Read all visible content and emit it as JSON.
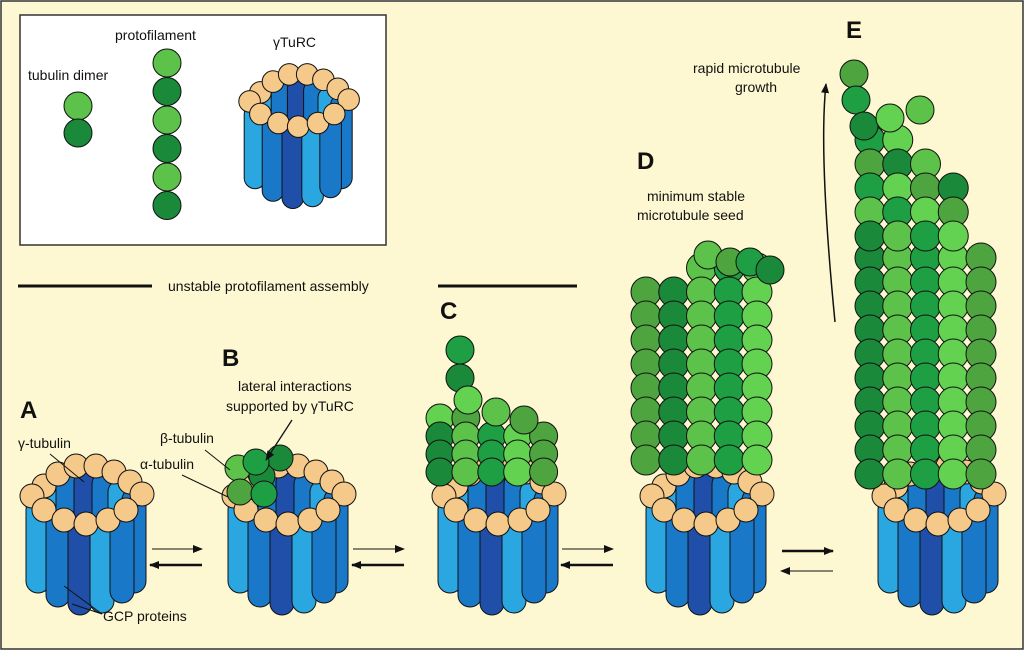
{
  "colors": {
    "background": "#fdf8d2",
    "tubulin_light": "#5cc24a",
    "tubulin_dark": "#1a8a3a",
    "gamma_tubulin": "#f5c98a",
    "gcp_light": "#2aa6e0",
    "gcp_mid": "#1a78c8",
    "gcp_dark": "#1f4fa8"
  },
  "inset": {
    "labels": {
      "dimer": "tubulin dimer",
      "protofilament": "protofilament",
      "turc": "γTuRC"
    }
  },
  "phase_label": "unstable protofilament assembly",
  "stages": {
    "a": {
      "letter": "A",
      "gamma": "γ-tubulin",
      "gcp": "GCP proteins"
    },
    "b": {
      "letter": "B",
      "beta": "β-tubulin",
      "alpha": "α-tubulin",
      "lateral_1": "lateral interactions",
      "lateral_2": "supported by γTuRC"
    },
    "c": {
      "letter": "C"
    },
    "d": {
      "letter": "D",
      "line1": "minimum stable",
      "line2": "microtubule seed"
    },
    "e": {
      "letter": "E",
      "line1": "rapid microtubule",
      "line2": "growth"
    }
  }
}
